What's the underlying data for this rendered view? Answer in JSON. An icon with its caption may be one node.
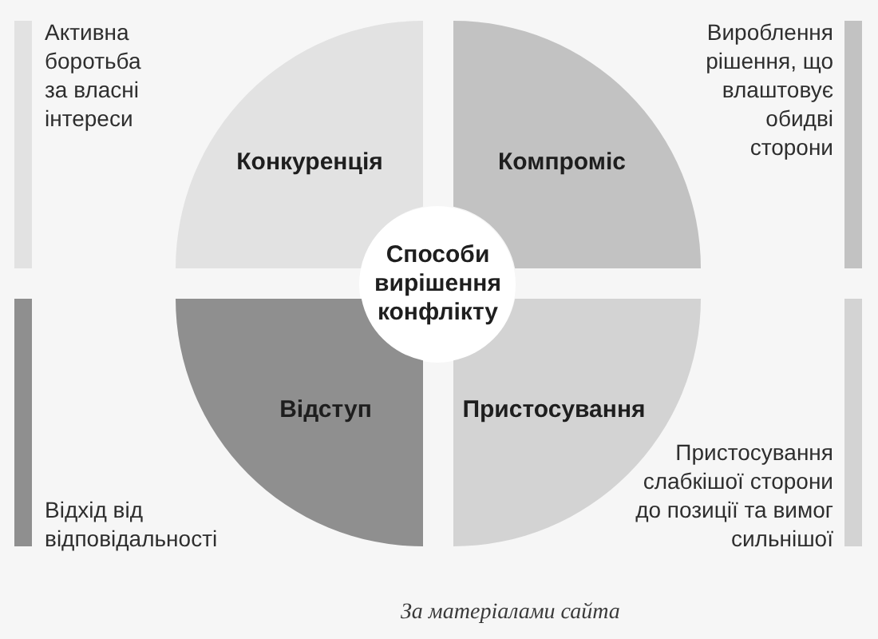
{
  "diagram": {
    "caption": "За матеріалами сайта",
    "nodes": [
      {
        "text": [
          "Конкуренція"
        ],
        "beside": [
          "Активна боротьба за власні інтереси"
        ]
      },
      {
        "text": [
          "Компроміс"
        ],
        "beside": [
          "Вироблення рішення, що влаштовує обидві сторони"
        ]
      },
      {
        "text": [
          "Способи вирішення конфлікту"
        ]
      },
      {
        "text": [
          "Відступ"
        ],
        "beside": [
          "Відхід від відповідальності"
        ]
      },
      {
        "text": [
          "Пристосування"
        ],
        "beside": [
          "Пристосування слабкішої сторони до позиції та вимог сильнішої"
        ]
      }
    ]
  }
}
